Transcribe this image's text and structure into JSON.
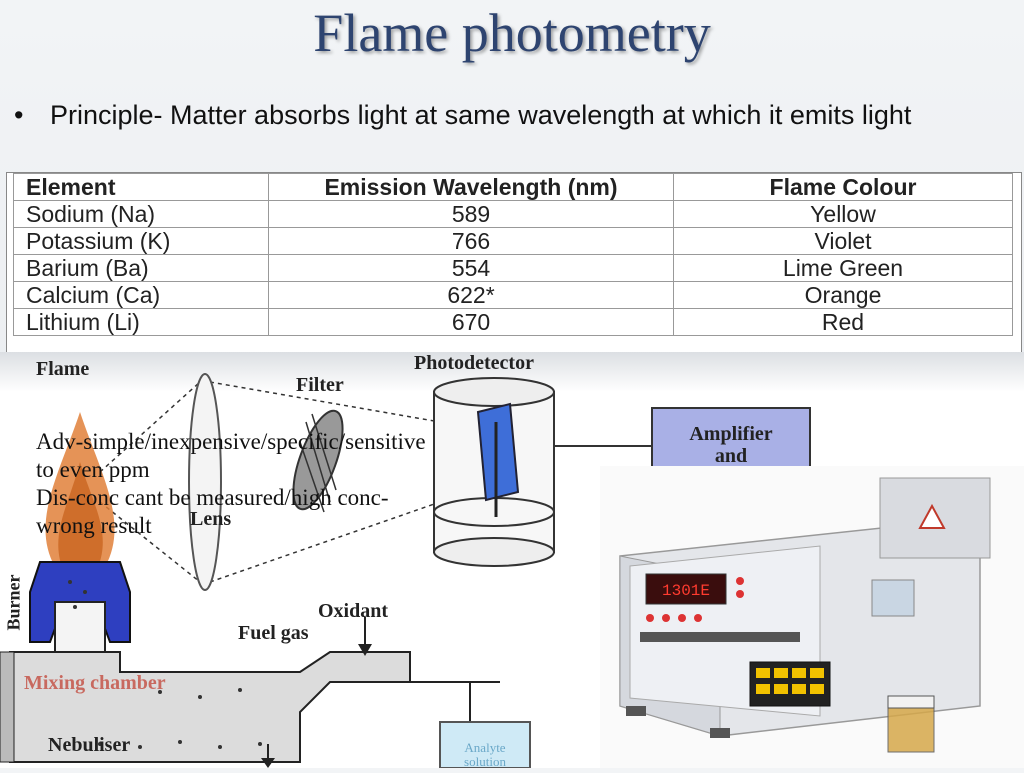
{
  "slide": {
    "title": "Flame photometry",
    "bullet_marker": "•",
    "bullet_text": "Principle- Matter absorbs light at same wavelength at which it emits light"
  },
  "table": {
    "headers": [
      "Element",
      "Emission Wavelength (nm)",
      "Flame Colour"
    ],
    "rows": [
      [
        "Sodium (Na)",
        "589",
        "Yellow"
      ],
      [
        "Potassium (K)",
        "766",
        "Violet"
      ],
      [
        "Barium (Ba)",
        "554",
        "Lime Green"
      ],
      [
        "Calcium (Ca)",
        "622*",
        "Orange"
      ],
      [
        "Lithium (Li)",
        "670",
        "Red"
      ]
    ]
  },
  "diagram": {
    "labels": {
      "flame": "Flame",
      "filter": "Filter",
      "photodetector": "Photodetector",
      "amplifier": "Amplifier and Readout",
      "lens": "Lens",
      "burner": "Burner",
      "oxidant": "Oxidant",
      "fuel_gas": "Fuel gas",
      "mixing_chamber": "Mixing chamber",
      "nebuliser": "Nebuliser",
      "analyte": "Analyte solution"
    }
  },
  "annotation": {
    "line1": "Adv-simple/inexpensive/specific/sensitive",
    "line2": "to even ppm",
    "line3": "Dis-conc cant be measured/high conc-",
    "line4": "wrong result"
  },
  "photo": {
    "display_value": "1301E"
  },
  "colors": {
    "title": "#2e4470",
    "amplifier_box": "#a9b0e6",
    "burner_blue": "#2e3fc0",
    "flame_orange": "#e0803a"
  }
}
